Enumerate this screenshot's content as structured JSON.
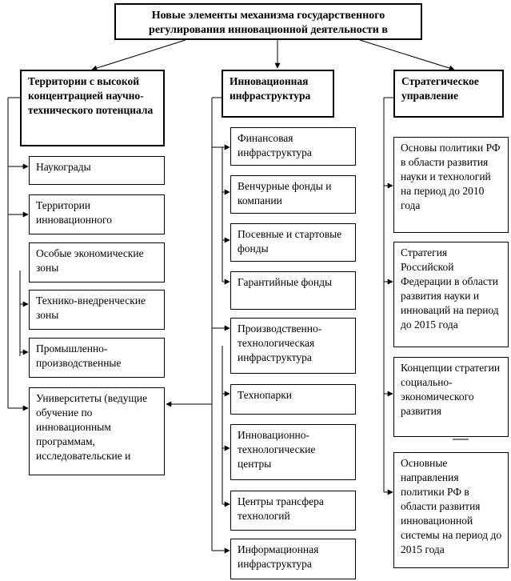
{
  "title": "Новые элементы механизма государственного регулирования инновационной деятельности в",
  "columns": {
    "left": {
      "header": "Территории с высокой концентрацией научно-технического потенциала",
      "items": [
        "Наукограды",
        "Территории инновационного",
        "Особые экономические зоны",
        "Технико-внедренческие зоны",
        "Промышленно-производственные",
        "Университеты (ведущие обучение по инновационным программам, исследовательские и"
      ]
    },
    "middle": {
      "header": "Инновационная инфраструктура",
      "items": [
        "Финансовая инфраструктура",
        "Венчурные фонды и компании",
        "Посевные и стартовые фонды",
        "Гарантийные фонды",
        "Производственно-технологическая инфраструктура",
        "Технопарки",
        "Инновационно-технологические центры",
        "Центры трансфера технологий",
        "Информационная инфраструктура"
      ]
    },
    "right": {
      "header": "Стратегическое управление",
      "items": [
        "Основы политики РФ в области развития науки и технологий на период до 2010 года",
        "Стратегия Российской Федерации в области развития науки и инноваций на период до 2015 года",
        "Концепции стратегии социально-экономического развития",
        "Основные направления политики РФ в области развития инновационной системы на период до 2015 года"
      ]
    }
  }
}
